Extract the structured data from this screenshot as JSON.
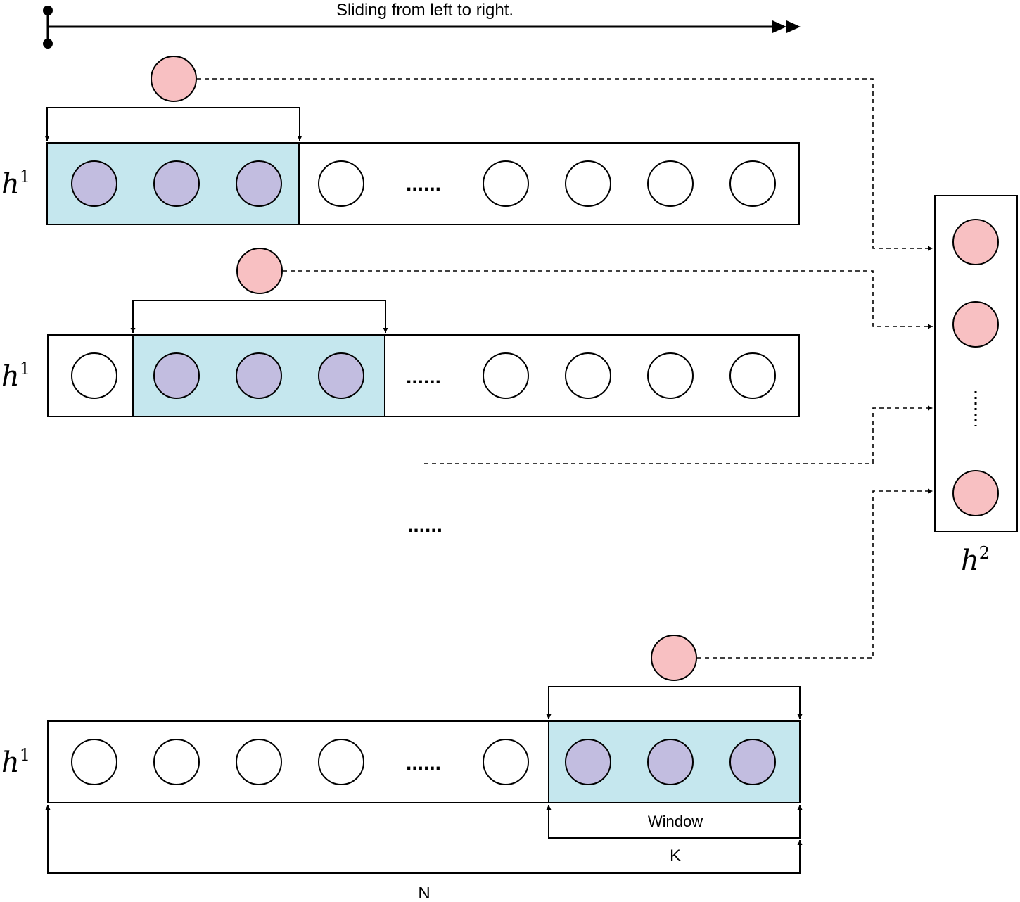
{
  "title": "Sliding from left to right.",
  "ellipsis": "......",
  "rows": [
    {
      "label_base": "h",
      "label_sup": "1"
    },
    {
      "label_base": "h",
      "label_sup": "1"
    },
    {
      "label_base": "h",
      "label_sup": "1"
    }
  ],
  "output": {
    "label_base": "h",
    "label_sup": "2"
  },
  "window_label": "Window",
  "k_label": "K",
  "n_label": "N",
  "colors": {
    "window_fill": "#c5e7ee",
    "window_node": "#c2bde0",
    "output_node": "#f8c0c2",
    "stroke": "#000000"
  }
}
